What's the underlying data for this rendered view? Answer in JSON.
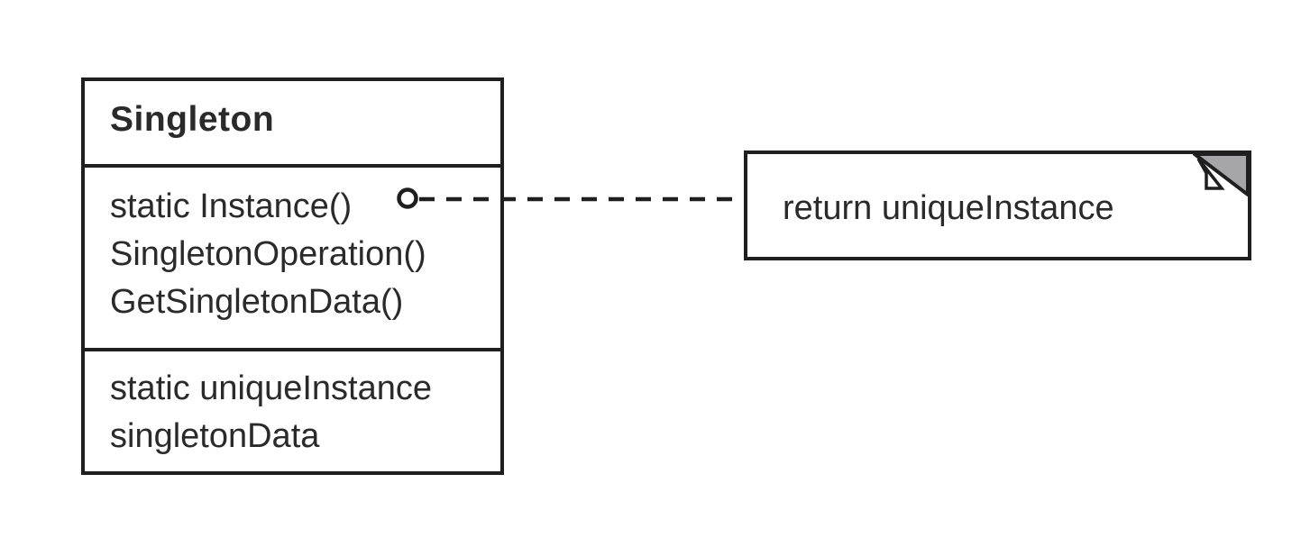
{
  "diagram": {
    "class": {
      "name": "Singleton",
      "operations": [
        "static Instance()",
        "SingletonOperation()",
        "GetSingletonData()"
      ],
      "attributes": [
        "static uniqueInstance",
        "singletonData"
      ]
    },
    "note": {
      "text": "return uniqueInstance"
    },
    "colors": {
      "line": "#1f1f1f",
      "background": "#ffffff",
      "note_fold_fill": "#a6a6a9"
    }
  }
}
